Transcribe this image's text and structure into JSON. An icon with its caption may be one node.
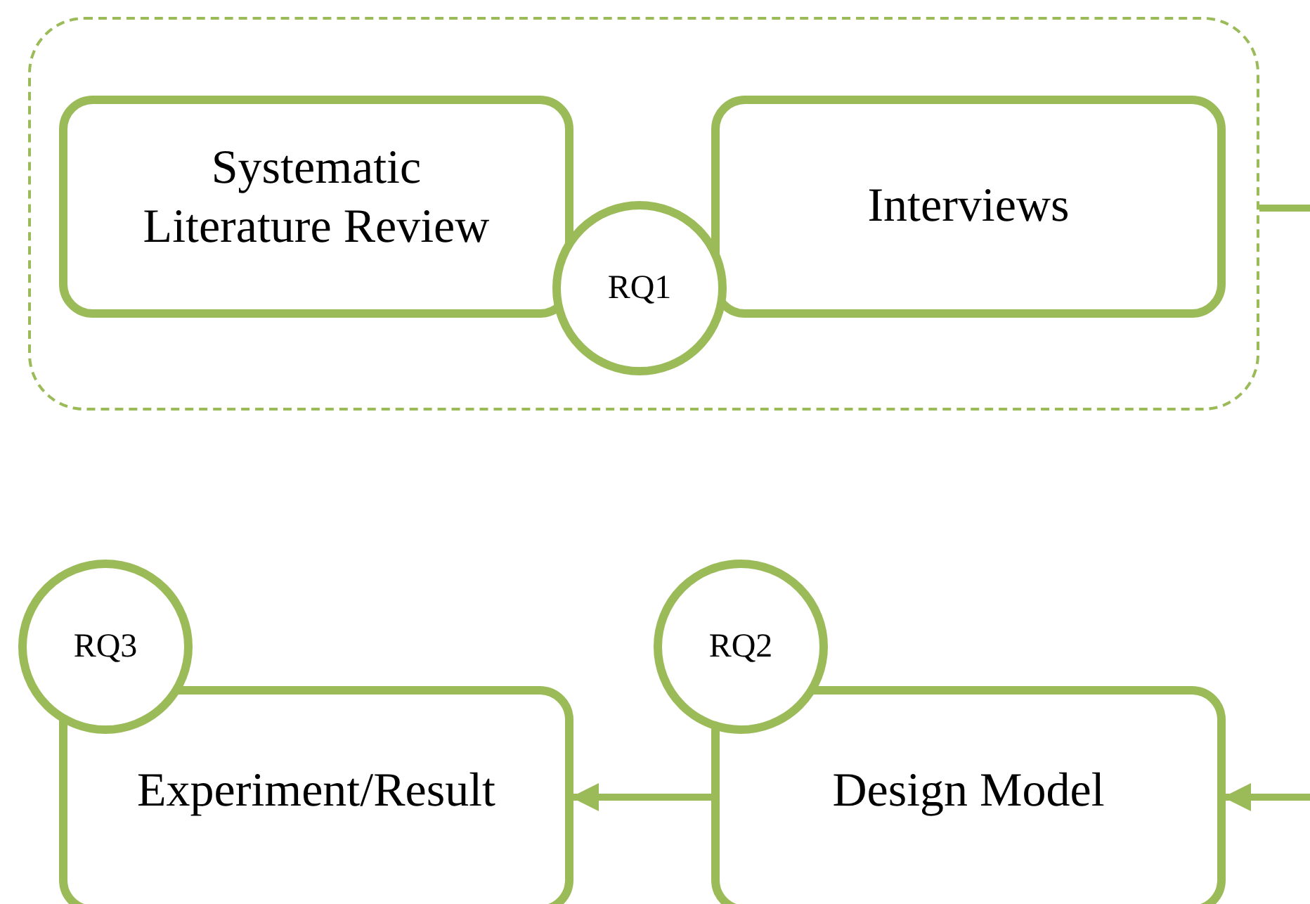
{
  "diagram": {
    "nodes": [
      {
        "text": [],
        "shape": "box"
      },
      {
        "text": [
          "Systematic Literature Review"
        ],
        "in": 0
      },
      {
        "text": [
          "Interviews"
        ],
        "in": 0
      },
      {
        "text": [
          "RQ1"
        ],
        "in": 0
      },
      {
        "text": [
          "RQ3"
        ]
      },
      {
        "text": [
          "Experiment/Result"
        ]
      },
      {
        "text": [
          "RQ2"
        ]
      },
      {
        "text": [
          "Design Model"
        ]
      }
    ],
    "edges": [
      {
        "from": 0,
        "to": null,
        "arrow": "none"
      },
      {
        "from": null,
        "to": 7,
        "arrow": "to"
      },
      {
        "from": 7,
        "to": 5,
        "arrow": "to"
      }
    ]
  }
}
